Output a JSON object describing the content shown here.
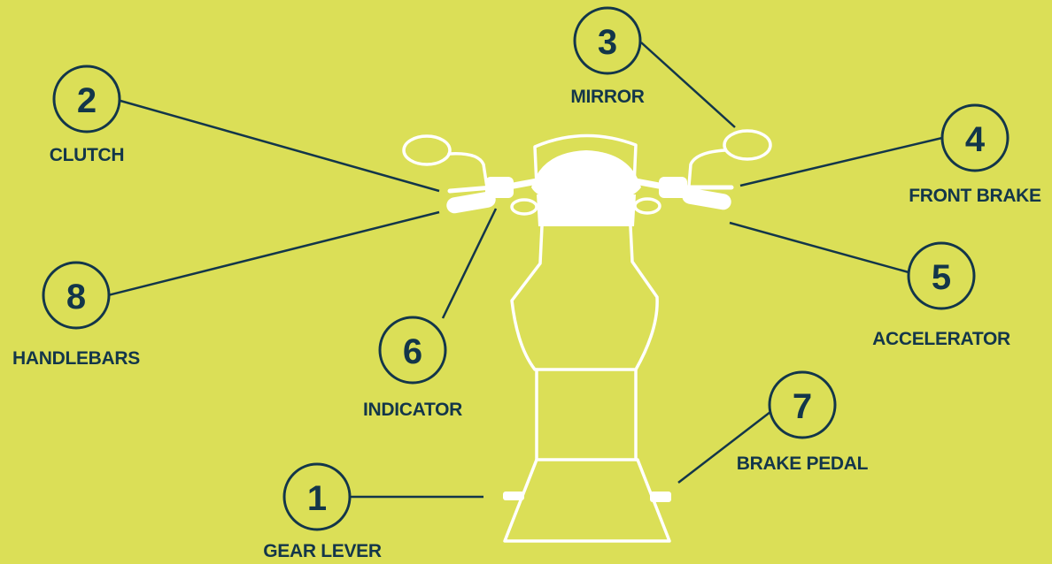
{
  "colors": {
    "background": "#dbdf57",
    "ink": "#13364a",
    "bike": "#ffffff"
  },
  "parts": [
    {
      "number": "1",
      "label": "GEAR LEVER"
    },
    {
      "number": "2",
      "label": "CLUTCH"
    },
    {
      "number": "3",
      "label": "MIRROR"
    },
    {
      "number": "4",
      "label": "FRONT BRAKE"
    },
    {
      "number": "5",
      "label": "ACCELERATOR"
    },
    {
      "number": "6",
      "label": "INDICATOR"
    },
    {
      "number": "7",
      "label": "BRAKE PEDAL"
    },
    {
      "number": "8",
      "label": "HANDLEBARS"
    }
  ]
}
